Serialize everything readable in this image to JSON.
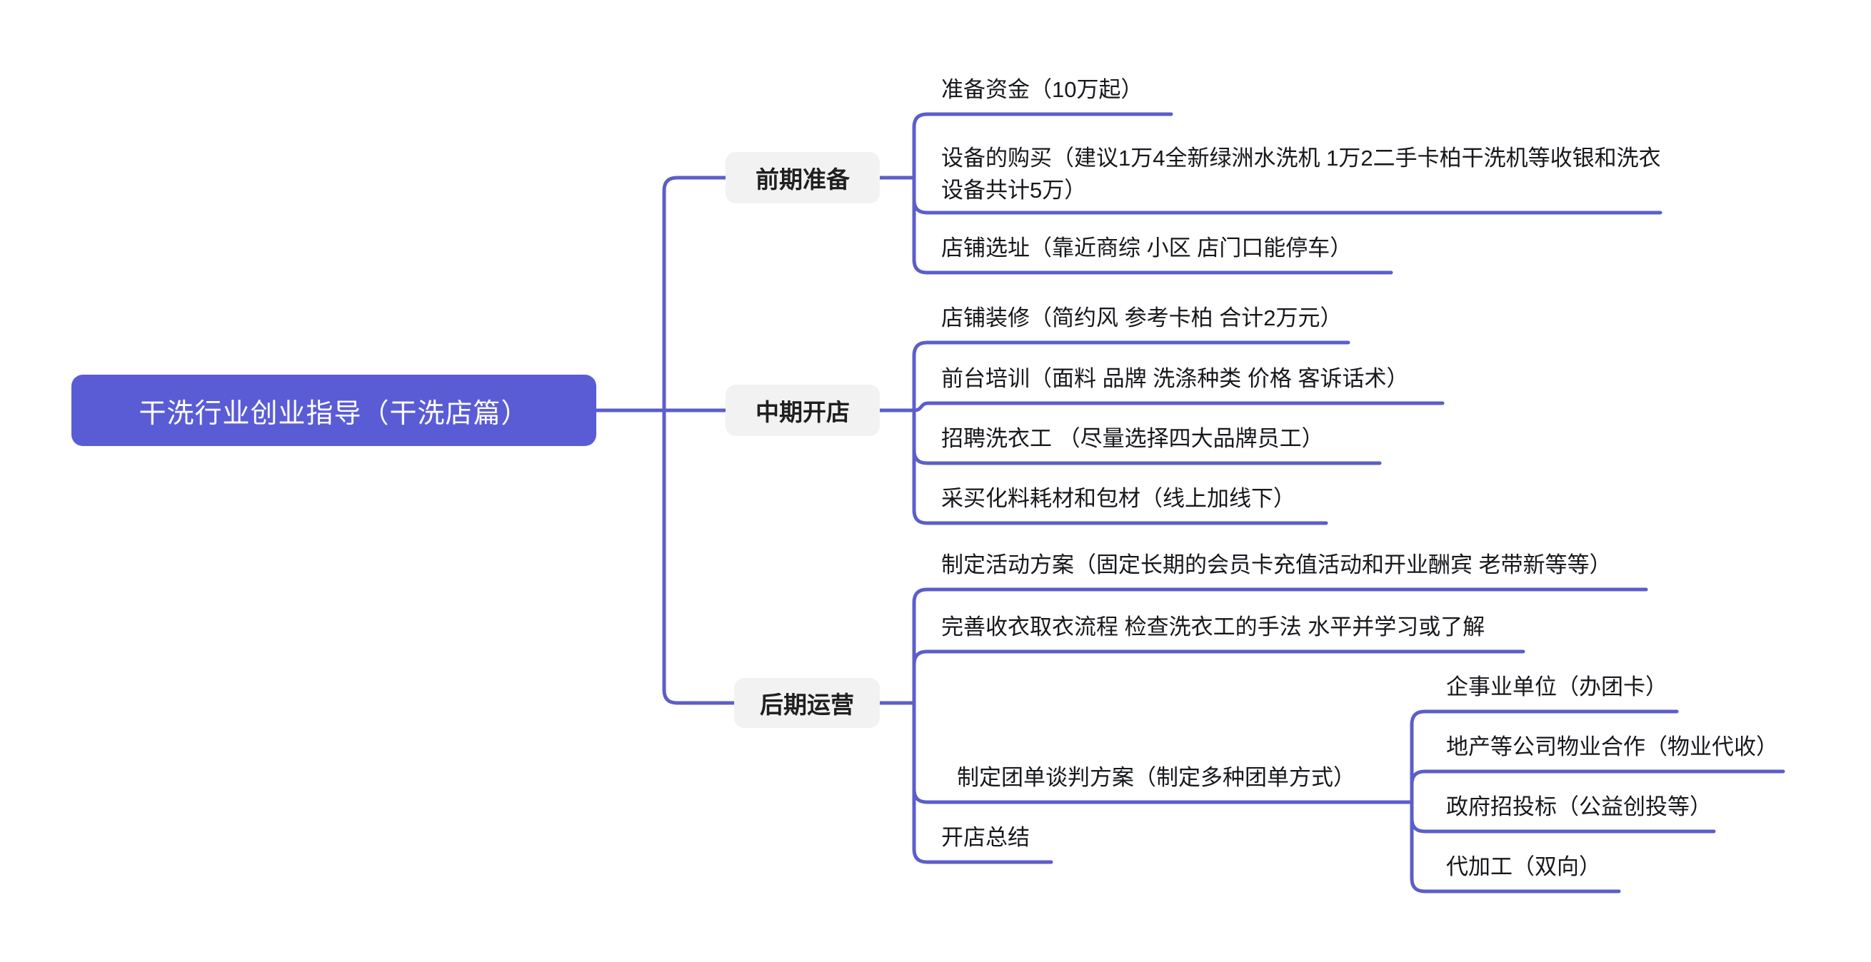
{
  "root": {
    "label": "干洗行业创业指导（干洗店篇）"
  },
  "branches": [
    {
      "label": "前期准备",
      "children": [
        {
          "text": "准备资金（10万起）"
        },
        {
          "text": "设备的购买（建议1万4全新绿洲水洗机 1万2二手卡柏干洗机等收银和洗衣设备共计5万）"
        },
        {
          "text": "店铺选址（靠近商综 小区 店门口能停车）"
        }
      ]
    },
    {
      "label": "中期开店",
      "children": [
        {
          "text": "店铺装修（简约风 参考卡柏 合计2万元）"
        },
        {
          "text": "前台培训（面料 品牌 洗涤种类 价格 客诉话术）"
        },
        {
          "text": "招聘洗衣工 （尽量选择四大品牌员工）"
        },
        {
          "text": "采买化料耗材和包材（线上加线下）"
        }
      ]
    },
    {
      "label": "后期运营",
      "children": [
        {
          "text": "制定活动方案（固定长期的会员卡充值活动和开业酬宾 老带新等等）"
        },
        {
          "text": "完善收衣取衣流程 检查洗衣工的手法 水平并学习或了解"
        },
        {
          "text": "制定团单谈判方案（制定多种团单方式）",
          "subtopics": [
            {
              "text": "企事业单位（办团卡）"
            },
            {
              "text": "地产等公司物业合作（物业代收）"
            },
            {
              "text": "政府招投标（公益创投等）"
            },
            {
              "text": "代加工（双向）"
            }
          ]
        },
        {
          "text": "开店总结"
        }
      ]
    }
  ],
  "colors": {
    "root_background": "#5a5cd6",
    "root_text": "#ffffff",
    "connector_line": "#5b5ec9",
    "branch_background": "#f2f2f3",
    "topic_text": "#17181c",
    "canvas_background": "#ffffff"
  }
}
